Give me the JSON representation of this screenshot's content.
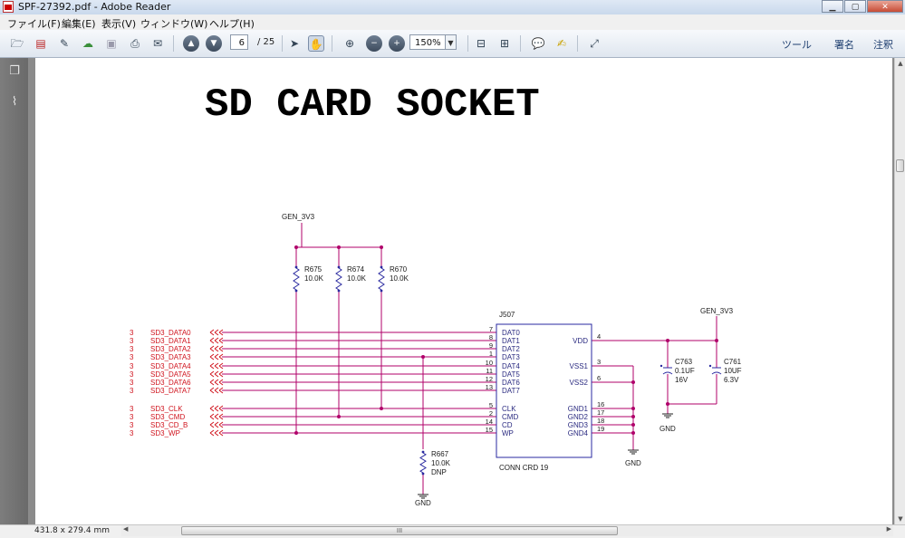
{
  "window": {
    "title": "SPF-27392.pdf - Adobe Reader",
    "minimize": "▁",
    "maximize": "▢",
    "close": "✕"
  },
  "menu": [
    "ファイル(F)",
    "編集(E)",
    "表示(V)",
    "ウィンドウ(W)",
    "ヘルプ(H)"
  ],
  "toolbar": {
    "page_current": "6",
    "page_total": "/ 25",
    "zoom": "150%",
    "tools_label": "ツール",
    "sign_label": "署名",
    "comment_label": "注釈"
  },
  "status": {
    "page_size": "431.8 x 279.4 mm",
    "scroll_grip": "III"
  },
  "schematic": {
    "title": "SD CARD SOCKET",
    "power_top": "GEN_3V3",
    "power_right": "GEN_3V3",
    "resistors": [
      {
        "ref": "R675",
        "value": "10.0K"
      },
      {
        "ref": "R674",
        "value": "10.0K"
      },
      {
        "ref": "R670",
        "value": "10.0K"
      },
      {
        "ref": "R667",
        "value": "10.0K",
        "note": "DNP"
      }
    ],
    "connector": {
      "ref": "J507",
      "part": "CONN CRD 19"
    },
    "signals": [
      {
        "sheet": "3",
        "net": "SD3_DATA0",
        "pin": "7",
        "label": "DAT0"
      },
      {
        "sheet": "3",
        "net": "SD3_DATA1",
        "pin": "8",
        "label": "DAT1"
      },
      {
        "sheet": "3",
        "net": "SD3_DATA2",
        "pin": "9",
        "label": "DAT2"
      },
      {
        "sheet": "3",
        "net": "SD3_DATA3",
        "pin": "1",
        "label": "DAT3"
      },
      {
        "sheet": "3",
        "net": "SD3_DATA4",
        "pin": "10",
        "label": "DAT4"
      },
      {
        "sheet": "3",
        "net": "SD3_DATA5",
        "pin": "11",
        "label": "DAT5"
      },
      {
        "sheet": "3",
        "net": "SD3_DATA6",
        "pin": "12",
        "label": "DAT6"
      },
      {
        "sheet": "3",
        "net": "SD3_DATA7",
        "pin": "13",
        "label": "DAT7"
      },
      {
        "sheet": "3",
        "net": "SD3_CLK",
        "pin": "5",
        "label": "CLK"
      },
      {
        "sheet": "3",
        "net": "SD3_CMD",
        "pin": "2",
        "label": "CMD"
      },
      {
        "sheet": "3",
        "net": "SD3_CD_B",
        "pin": "14",
        "label": "CD"
      },
      {
        "sheet": "3",
        "net": "SD3_WP",
        "pin": "15",
        "label": "WP"
      }
    ],
    "right_pins": [
      {
        "pin": "4",
        "label": "VDD"
      },
      {
        "pin": "3",
        "label": "VSS1"
      },
      {
        "pin": "6",
        "label": "VSS2"
      },
      {
        "pin": "16",
        "label": "GND1"
      },
      {
        "pin": "17",
        "label": "GND2"
      },
      {
        "pin": "18",
        "label": "GND3"
      },
      {
        "pin": "19",
        "label": "GND4"
      }
    ],
    "capacitors": [
      {
        "ref": "C763",
        "value": "0.1UF",
        "voltage": "16V"
      },
      {
        "ref": "C761",
        "value": "10UF",
        "voltage": "6.3V"
      }
    ],
    "gnd_label": "GND"
  }
}
